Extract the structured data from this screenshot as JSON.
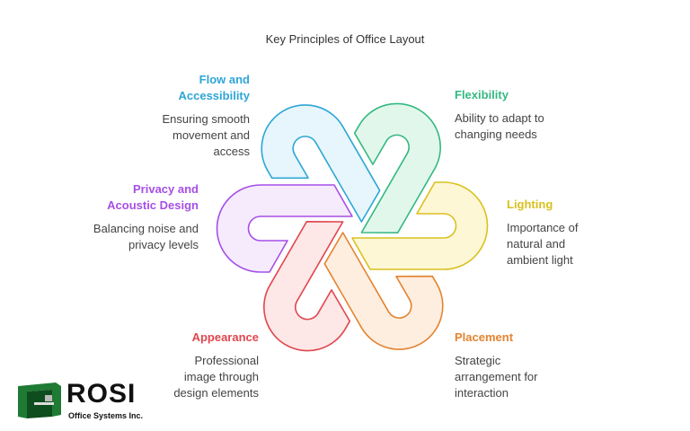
{
  "title": "Key Principles of Office Layout",
  "items": [
    {
      "heading": "Flow and Accessibility",
      "body": "Ensuring smooth movement and access",
      "color": "#2ea6d6",
      "fill": "#e6f6fc"
    },
    {
      "heading": "Flexibility",
      "body": "Ability to adapt to changing needs",
      "color": "#35b981",
      "fill": "#e2f7ec"
    },
    {
      "heading": "Lighting",
      "body": "Importance of natural and ambient light",
      "color": "#d9c11e",
      "fill": "#fdf7d6"
    },
    {
      "heading": "Placement",
      "body": "Strategic arrangement for interaction",
      "color": "#e5832f",
      "fill": "#fdeee0"
    },
    {
      "heading": "Appearance",
      "body": "Professional image through design elements",
      "color": "#e0474f",
      "fill": "#fde7e7"
    },
    {
      "heading": "Privacy and Acoustic Design",
      "body": "Balancing noise and privacy levels",
      "color": "#a64fe6",
      "fill": "#f5ebfd"
    }
  ],
  "logo": {
    "name": "ROSI",
    "subtitle": "Office Systems Inc."
  }
}
